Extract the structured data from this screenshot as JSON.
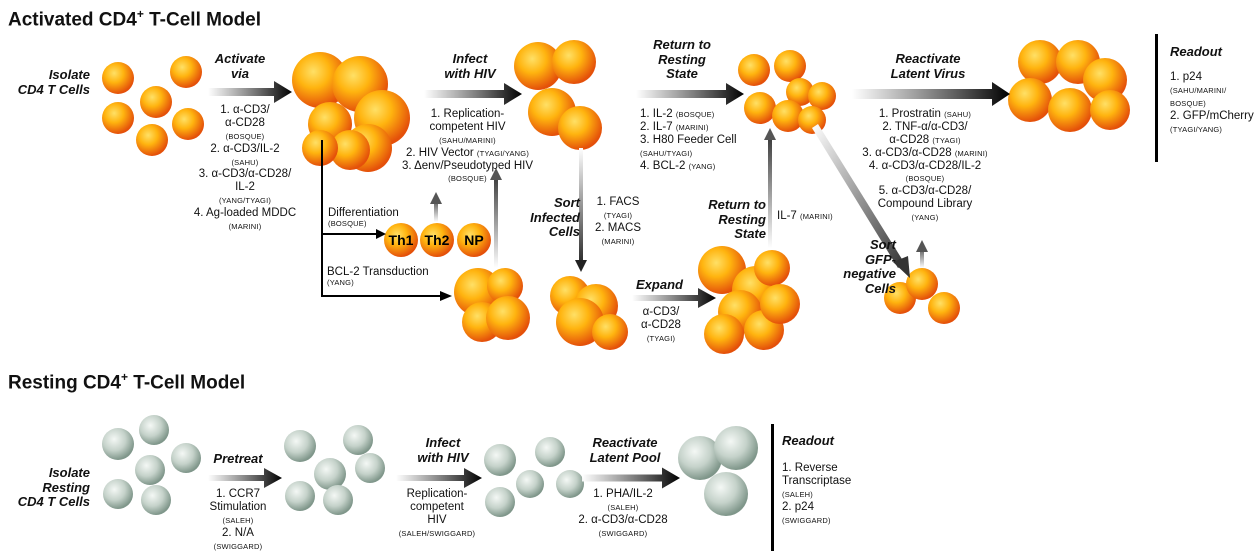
{
  "activated": {
    "title": "Activated CD4",
    "title_sup": "+",
    "title_rest": " T-Cell Model",
    "isolate": [
      "Isolate",
      "CD4 T Cells"
    ],
    "activate_label": [
      "Activate",
      "via"
    ],
    "activate_list": [
      {
        "text": "1. α-CD3/",
        "ref": ""
      },
      {
        "text": "α-CD28",
        "ref": ""
      },
      {
        "text": "",
        "ref": "(BOSQUE)"
      },
      {
        "text": "2. α-CD3/IL-2",
        "ref": ""
      },
      {
        "text": "",
        "ref": "(SAHU)"
      },
      {
        "text": "3. α-CD3/α-CD28/",
        "ref": ""
      },
      {
        "text": "IL-2",
        "ref": ""
      },
      {
        "text": "",
        "ref": "(YANG/TYAGI)"
      },
      {
        "text": "4. Ag-loaded MDDC",
        "ref": ""
      },
      {
        "text": "",
        "ref": "(MARINI)"
      }
    ],
    "differentiation": {
      "label": "Differentiation",
      "ref": "(BOSQUE)"
    },
    "th_labels": [
      "Th1",
      "Th2",
      "NP"
    ],
    "bcl2": {
      "label": "BCL-2 Transduction",
      "ref": "(YANG)"
    },
    "infect_label": [
      "Infect",
      "with HIV"
    ],
    "infect_list": [
      {
        "text": "1. Replication-",
        "ref": ""
      },
      {
        "text": "competent HIV",
        "ref": ""
      },
      {
        "text": "",
        "ref": "(SAHU/MARINI)"
      },
      {
        "text": "2. HIV Vector ",
        "ref": "(TYAGI/YANG)"
      },
      {
        "text": "3. Δenv/Pseudotyped HIV",
        "ref": ""
      },
      {
        "text": "",
        "ref": "(BOSQUE)"
      }
    ],
    "sort_infected": [
      "Sort",
      "Infected",
      "Cells"
    ],
    "sort_list": [
      {
        "text": "1. FACS",
        "ref": ""
      },
      {
        "text": "",
        "ref": "(TYAGI)"
      },
      {
        "text": "2. MACS",
        "ref": ""
      },
      {
        "text": "",
        "ref": "(MARINI)"
      }
    ],
    "return_label": [
      "Return to",
      "Resting",
      "State"
    ],
    "return_list": [
      {
        "text": "1. IL-2 ",
        "ref": "(BOSQUE)"
      },
      {
        "text": "2. IL-7 ",
        "ref": "(MARINI)"
      },
      {
        "text": "3. H80 Feeder Cell",
        "ref": ""
      },
      {
        "text": "",
        "ref": "(SAHU/TYAGI)"
      },
      {
        "text": "4. BCL-2 ",
        "ref": "(YANG)"
      }
    ],
    "expand_label": "Expand",
    "expand_list": [
      {
        "text": "α-CD3/",
        "ref": ""
      },
      {
        "text": "α-CD28",
        "ref": ""
      },
      {
        "text": "",
        "ref": "(TYAGI)"
      }
    ],
    "return2_label": [
      "Return to",
      "Resting",
      "State"
    ],
    "il7": {
      "text": "IL-7 ",
      "ref": "(MARINI)"
    },
    "reactivate_label": [
      "Reactivate",
      "Latent Virus"
    ],
    "reactivate_list": [
      {
        "text": "1. Prostratin ",
        "ref": "(SAHU)"
      },
      {
        "text": "2. TNF-α/α-CD3/",
        "ref": ""
      },
      {
        "text": "α-CD28 ",
        "ref": "(TYAGI)"
      },
      {
        "text": "3. α-CD3/α-CD28 ",
        "ref": "(MARINI)"
      },
      {
        "text": "4. α-CD3/α-CD28/IL-2",
        "ref": ""
      },
      {
        "text": "",
        "ref": "(BOSQUE)"
      },
      {
        "text": "5. α-CD3/α-CD28/",
        "ref": ""
      },
      {
        "text": "Compound Library",
        "ref": ""
      },
      {
        "text": "",
        "ref": "(YANG)"
      }
    ],
    "sort_gfp": [
      "Sort",
      "GFP-",
      "negative",
      "Cells"
    ],
    "readout_title": "Readout",
    "readout_list": [
      {
        "text": "1. p24",
        "ref": ""
      },
      {
        "text": "",
        "ref": "(SAHU/MARINI/"
      },
      {
        "text": "",
        "ref": "BOSQUE)"
      },
      {
        "text": "2. GFP/mCherry",
        "ref": ""
      },
      {
        "text": "",
        "ref": "(TYAGI/YANG)"
      }
    ]
  },
  "resting": {
    "title": "Resting CD4",
    "title_sup": "+",
    "title_rest": " T-Cell Model",
    "isolate": [
      "Isolate",
      "Resting",
      "CD4 T Cells"
    ],
    "pretreat_label": "Pretreat",
    "pretreat_list": [
      {
        "text": "1. CCR7",
        "ref": ""
      },
      {
        "text": "Stimulation",
        "ref": ""
      },
      {
        "text": "",
        "ref": "(SALEH)"
      },
      {
        "text": "2. N/A",
        "ref": ""
      },
      {
        "text": "",
        "ref": "(SWIGGARD)"
      }
    ],
    "infect_label": [
      "Infect",
      "with HIV"
    ],
    "infect_list": [
      {
        "text": "Replication-",
        "ref": ""
      },
      {
        "text": "competent",
        "ref": ""
      },
      {
        "text": "HIV",
        "ref": ""
      },
      {
        "text": "",
        "ref": "(SALEH/SWIGGARD)"
      }
    ],
    "reactivate_label": [
      "Reactivate",
      "Latent Pool"
    ],
    "reactivate_list": [
      {
        "text": "1. PHA/IL-2",
        "ref": ""
      },
      {
        "text": "",
        "ref": "(SALEH)"
      },
      {
        "text": "2. α-CD3/α-CD28",
        "ref": ""
      },
      {
        "text": "",
        "ref": "(SWIGGARD)"
      }
    ],
    "readout_title": "Readout",
    "readout_list": [
      {
        "text": "1. Reverse",
        "ref": ""
      },
      {
        "text": "Transcriptase",
        "ref": ""
      },
      {
        "text": "",
        "ref": "(SALEH)"
      },
      {
        "text": "2. p24",
        "ref": ""
      },
      {
        "text": "",
        "ref": "(SWIGGARD)"
      }
    ]
  },
  "colors": {
    "activated_cell_core": "#ffc21a",
    "activated_cell_edge": "#e0520a",
    "resting_cell_core": "#e4ebe6",
    "resting_cell_edge": "#7f968a",
    "arrow": "#000000"
  }
}
